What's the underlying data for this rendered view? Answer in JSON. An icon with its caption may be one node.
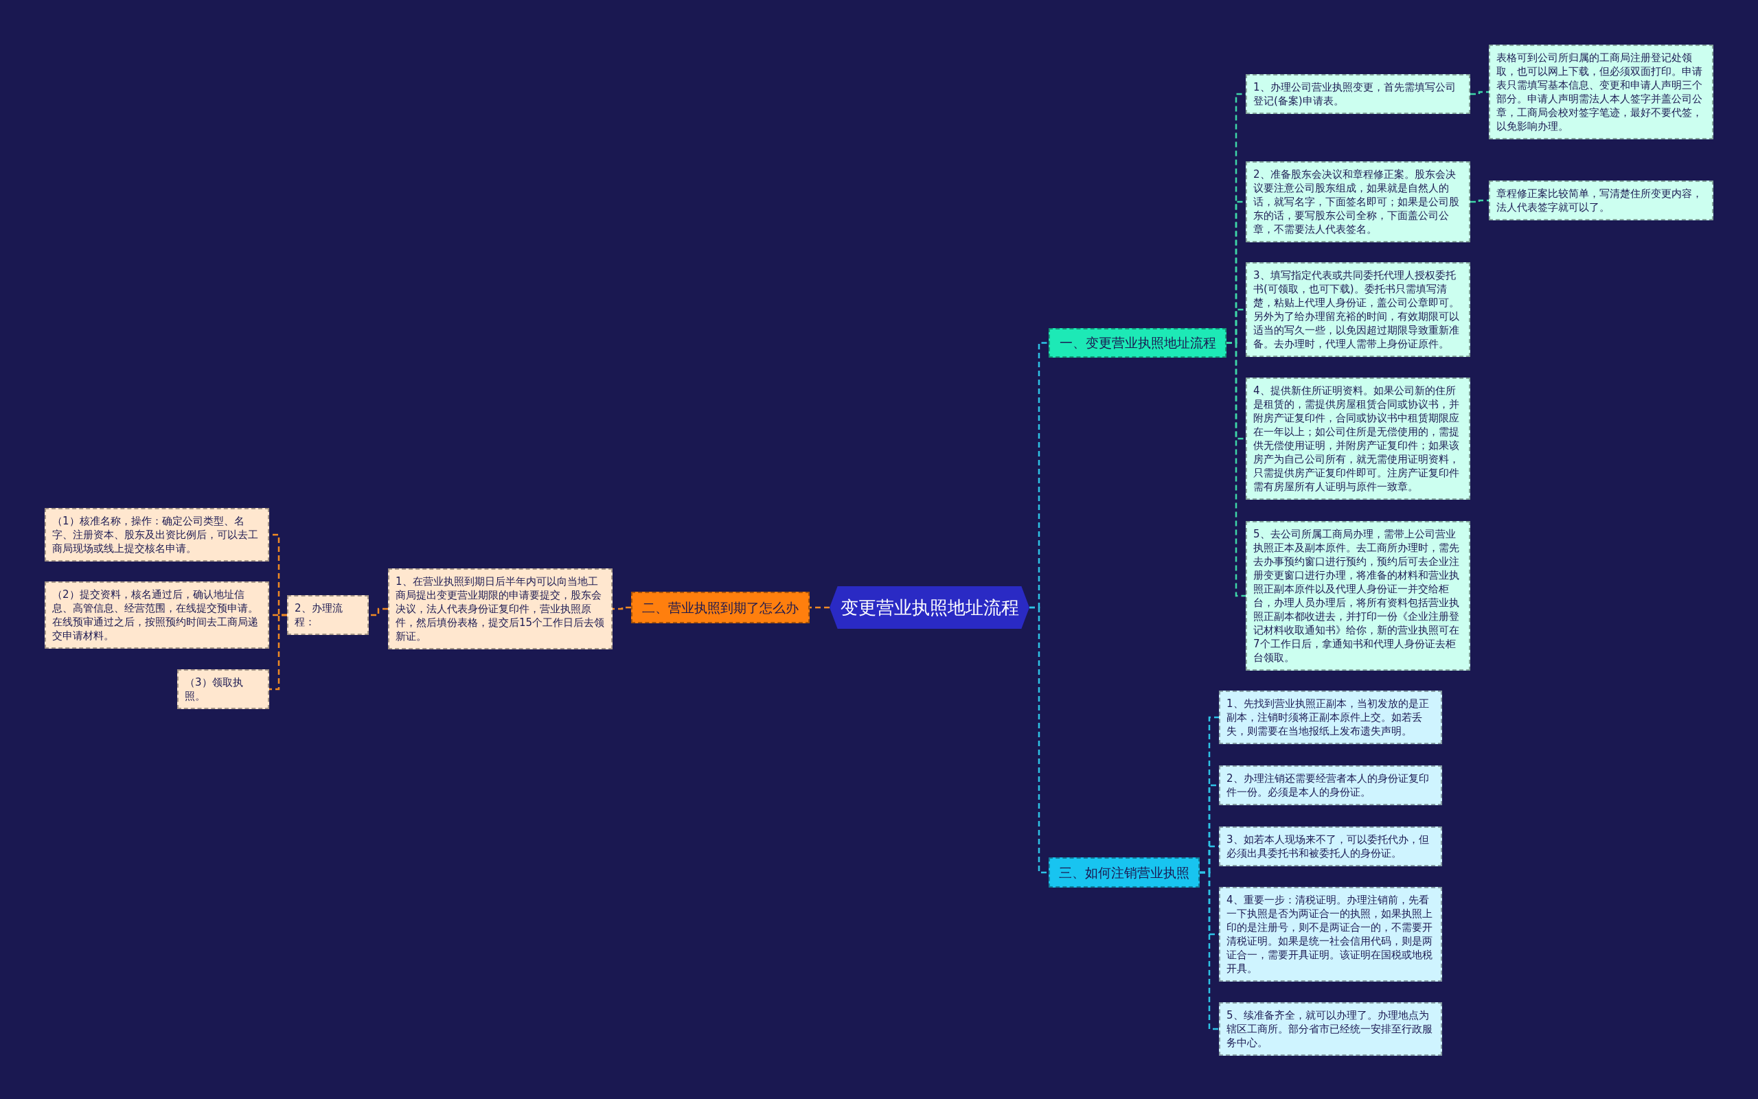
{
  "diagram": {
    "nodes": [
      {
        "text": [
          "变更营业执照地址流程"
        ]
      },
      {
        "text": [
          "一、变更营业执照地址流程"
        ]
      },
      {
        "text": [
          "1、办理公司营业执照变更，首先需填写公司登记(备案)申请表。"
        ]
      },
      {
        "text": [
          "表格可到公司所归属的工商局注册登记处领取，也可以网上下载，但必须双面打印。申请表只需填写基本信息、变更和申请人声明三个部分。申请人声明需法人本人签字并盖公司公章，工商局会校对签字笔迹，最好不要代签，以免影响办理。"
        ]
      },
      {
        "text": [
          "2、准备股东会决议和章程修正案。股东会决议要注意公司股东组成，如果就是自然人的话，就写名字，下面签名即可；如果是公司股东的话，要写股东公司全称，下面盖公司公章，不需要法人代表签名。"
        ]
      },
      {
        "text": [
          "章程修正案比较简单，写清楚住所变更内容，法人代表签字就可以了。"
        ]
      },
      {
        "text": [
          "3、填写指定代表或共同委托代理人授权委托书(可领取，也可下载)。委托书只需填写清楚，粘贴上代理人身份证，盖公司公章即可。另外为了给办理留充裕的时间，有效期限可以适当的写久一些，以免因超过期限导致重新准备。去办理时，代理人需带上身份证原件。"
        ]
      },
      {
        "text": [
          "4、提供新住所证明资料。如果公司新的住所是租赁的，需提供房屋租赁合同或协议书，并附房产证复印件，合同或协议书中租赁期限应在一年以上；如公司住所是无偿使用的，需提供无偿使用证明，并附房产证复印件；如果该房产为自己公司所有，就无需使用证明资料，只需提供房产证复印件即可。注房产证复印件需有房屋所有人证明与原件一致章。"
        ]
      },
      {
        "text": [
          "5、去公司所属工商局办理，需带上公司营业执照正本及副本原件。去工商所办理时，需先去办事预约窗口进行预约，预约后可去企业注册变更窗口进行办理，将准备的材料和营业执照正副本原件以及代理人身份证一并交给柜台，办理人员办理后，将所有资料包括营业执照正副本都收进去，并打印一份《企业注册登记材料收取通知书》给你，新的营业执照可在7个工作日后，拿通知书和代理人身份证去柜台领取。"
        ]
      },
      {
        "text": [
          "二、营业执照到期了怎么办"
        ]
      },
      {
        "text": [
          "1、在营业执照到期日后半年内可以向当地工商局提出变更营业期限的申请要提交，股东会决议，法人代表身份证复印件，营业执照原件，然后填份表格，提交后15个工作日后去领新证。"
        ]
      },
      {
        "text": [
          "2、办理流程："
        ]
      },
      {
        "text": [
          "（1）核准名称，操作：确定公司类型、名字、注册资本、股东及出资比例后，可以去工商局现场或线上提交核名申请。"
        ]
      },
      {
        "text": [
          "（2）提交资料，核名通过后，确认地址信息、高管信息、经营范围，在线提交预申请。在线预审通过之后，按照预约时间去工商局递交申请材料。"
        ]
      },
      {
        "text": [
          "（3）领取执照。"
        ]
      },
      {
        "text": [
          "三、如何注销营业执照"
        ]
      },
      {
        "text": [
          "1、先找到营业执照正副本，当初发放的是正副本，注销时须将正副本原件上交。如若丢失，则需要在当地报纸上发布遗失声明。"
        ]
      },
      {
        "text": [
          "2、办理注销还需要经营者本人的身份证复印件一份。必须是本人的身份证。"
        ]
      },
      {
        "text": [
          "3、如若本人现场来不了，可以委托代办，但必须出具委托书和被委托人的身份证。"
        ]
      },
      {
        "text": [
          "4、重要一步：清税证明。办理注销前，先看一下执照是否为两证合一的执照，如果执照上印的是注册号，则不是两证合一的，不需要开清税证明。如果是统一社会信用代码，则是两证合一，需要开具证明。该证明在国税或地税开具。"
        ]
      },
      {
        "text": [
          "5、续准备齐全，就可以办理了。办理地点为辖区工商所。部分省市已经统一安排至行政服务中心。"
        ]
      }
    ],
    "edges": [
      {
        "from": 0,
        "to": 1,
        "arrow": "none",
        "color": "#2ec3e6"
      },
      {
        "from": 1,
        "to": 2,
        "arrow": "none",
        "color": "#3fd6a8"
      },
      {
        "from": 2,
        "to": 3,
        "arrow": "none",
        "color": "#3fd6a8"
      },
      {
        "from": 1,
        "to": 4,
        "arrow": "none",
        "color": "#3fd6a8"
      },
      {
        "from": 4,
        "to": 5,
        "arrow": "none",
        "color": "#3fd6a8"
      },
      {
        "from": 1,
        "to": 6,
        "arrow": "none",
        "color": "#3fd6a8"
      },
      {
        "from": 1,
        "to": 7,
        "arrow": "none",
        "color": "#3fd6a8"
      },
      {
        "from": 1,
        "to": 8,
        "arrow": "none",
        "color": "#3fd6a8"
      },
      {
        "from": 0,
        "to": 9,
        "arrow": "none",
        "color": "#f08a24"
      },
      {
        "from": 9,
        "to": 10,
        "arrow": "none",
        "color": "#f08a24"
      },
      {
        "from": 10,
        "to": 11,
        "arrow": "none",
        "color": "#f08a24"
      },
      {
        "from": 11,
        "to": 12,
        "arrow": "none",
        "color": "#f08a24"
      },
      {
        "from": 11,
        "to": 13,
        "arrow": "none",
        "color": "#f08a24"
      },
      {
        "from": 11,
        "to": 14,
        "arrow": "none",
        "color": "#f08a24"
      },
      {
        "from": 0,
        "to": 15,
        "arrow": "none",
        "color": "#2ec3e6"
      },
      {
        "from": 15,
        "to": 16,
        "arrow": "none",
        "color": "#2ec3e6"
      },
      {
        "from": 15,
        "to": 17,
        "arrow": "none",
        "color": "#2ec3e6"
      },
      {
        "from": 15,
        "to": 18,
        "arrow": "none",
        "color": "#2ec3e6"
      },
      {
        "from": 15,
        "to": 19,
        "arrow": "none",
        "color": "#2ec3e6"
      },
      {
        "from": 15,
        "to": 20,
        "arrow": "none",
        "color": "#2ec3e6"
      }
    ]
  }
}
